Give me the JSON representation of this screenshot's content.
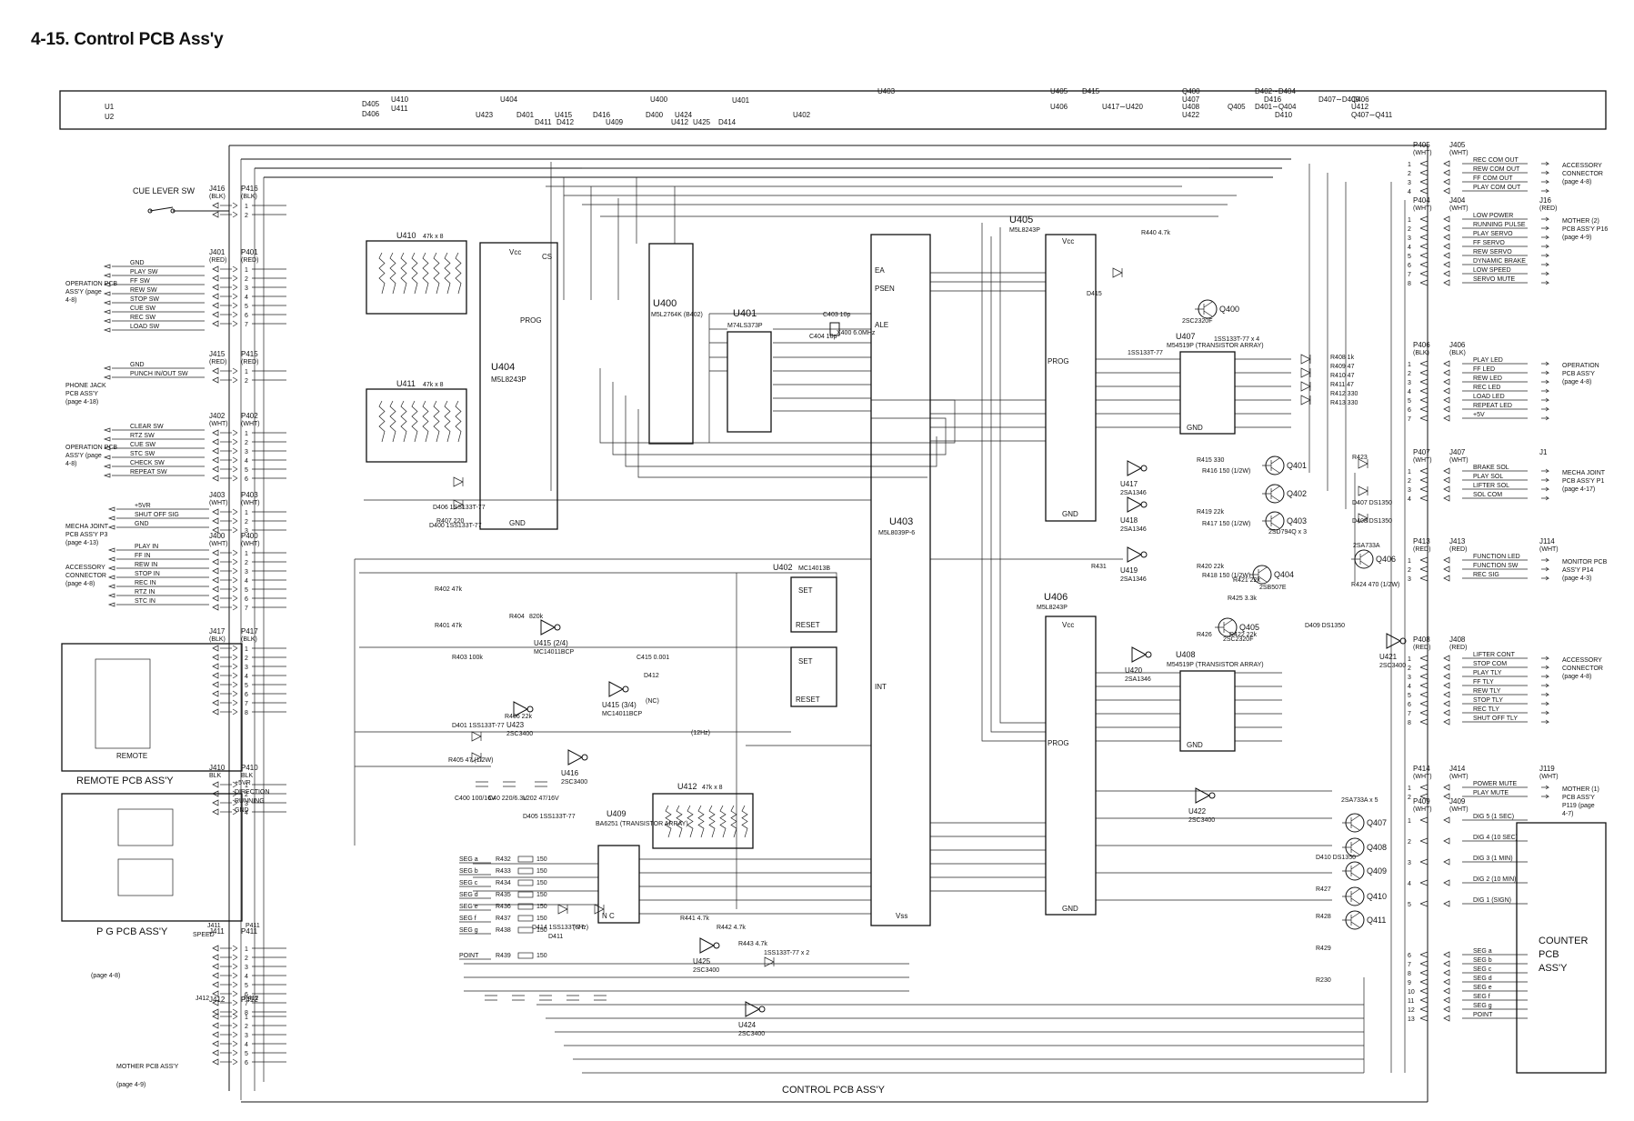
{
  "title": "4-15. Control PCB Ass'y",
  "index_strip": [
    {
      "text": "U1"
    },
    {
      "text": "U2"
    },
    {
      "text": "D405"
    },
    {
      "text": "D406"
    },
    {
      "text": "U410"
    },
    {
      "text": "U411"
    },
    {
      "text": "U404"
    },
    {
      "text": "U423"
    },
    {
      "text": "D401"
    },
    {
      "text": "D411"
    },
    {
      "text": "U415"
    },
    {
      "text": "D412"
    },
    {
      "text": "D416"
    },
    {
      "text": "U409"
    },
    {
      "text": "U400"
    },
    {
      "text": "D400"
    },
    {
      "text": "U424"
    },
    {
      "text": "U412"
    },
    {
      "text": "U425"
    },
    {
      "text": "U401"
    },
    {
      "text": "D414"
    },
    {
      "text": "U402"
    },
    {
      "text": "U403"
    },
    {
      "text": "U405"
    },
    {
      "text": "U406"
    },
    {
      "text": "D415"
    },
    {
      "text": "U417∼U420"
    },
    {
      "text": "Q400"
    },
    {
      "text": "U407"
    },
    {
      "text": "U408"
    },
    {
      "text": "U422"
    },
    {
      "text": "Q405"
    },
    {
      "text": "D402∼D404"
    },
    {
      "text": "D416"
    },
    {
      "text": "D401∼Q404"
    },
    {
      "text": "D410"
    },
    {
      "text": "D407∼D409"
    },
    {
      "text": "Q406"
    },
    {
      "text": "U412"
    },
    {
      "text": "Q407∼Q411"
    }
  ],
  "chips": [
    {
      "ref": "U404",
      "part": "M5L8243P"
    },
    {
      "ref": "U400",
      "part": "M5L2764K (B402)"
    },
    {
      "ref": "U401",
      "part": "M74LS373P"
    },
    {
      "ref": "U403",
      "part": "M5L8039P-6"
    },
    {
      "ref": "U405",
      "part": "M5L8243P"
    },
    {
      "ref": "U406",
      "part": "M5L8243P"
    },
    {
      "ref": "U407",
      "part": "M54519P (TRANSISTOR ARRAY)"
    },
    {
      "ref": "U408",
      "part": "M54519P (TRANSISTOR ARRAY)"
    },
    {
      "ref": "U409",
      "part": "BA6251 (TRANSISTOR ARRAY)"
    },
    {
      "ref": "U402",
      "part": "MC14013B"
    },
    {
      "ref": "U410",
      "part": "47k x 8"
    },
    {
      "ref": "U411",
      "part": "47k x 8"
    },
    {
      "ref": "U412",
      "part": "47k x 8"
    }
  ],
  "chip_pins": {
    "vcc": "Vcc",
    "gnd": "GND",
    "prog": "PROG",
    "set": "SET",
    "reset": "RESET",
    "cs": "CS",
    "vss": "Vss",
    "alu": "ALE",
    "psen": "PSEN",
    "ea": "EA",
    "int": "INT",
    "nc": "N C"
  },
  "left_connectors": [
    {
      "ref": "J416",
      "color": "(BLK)",
      "pcb": "P416",
      "pcb_color": "(BLK)"
    },
    {
      "ref": "J401",
      "color": "(RED)",
      "pcb": "P401",
      "pcb_color": "(RED)"
    },
    {
      "ref": "J415",
      "color": "(RED)",
      "pcb": "P415",
      "pcb_color": "(RED)"
    },
    {
      "ref": "J402",
      "color": "(WHT)",
      "pcb": "P402",
      "pcb_color": "(WHT)"
    },
    {
      "ref": "J403",
      "color": "(WHT)",
      "pcb": "P403",
      "pcb_color": "(WHT)"
    },
    {
      "ref": "J400",
      "color": "(WHT)",
      "pcb": "P400",
      "pcb_color": "(WHT)"
    },
    {
      "ref": "J417",
      "color": "(BLK)",
      "pcb": "P417",
      "pcb_color": "(BLK)"
    },
    {
      "ref": "J410",
      "color": "BLK",
      "pcb": "P410",
      "pcb_color": "BLK"
    },
    {
      "ref": "J411",
      "color": "",
      "pcb": "P411",
      "pcb_color": ""
    },
    {
      "ref": "J412",
      "color": "",
      "pcb": "P412",
      "pcb_color": ""
    }
  ],
  "cue_lever": "CUE LEVER SW",
  "left_signal_groups": [
    {
      "signals": [
        "GND",
        "PLAY SW",
        "FF SW",
        "REW SW",
        "STOP SW",
        "CUE SW",
        "REC SW",
        "LOAD SW"
      ],
      "dest": "OPERATION PCB ASS'Y (page 4-8)"
    },
    {
      "signals": [
        "GND",
        "PUNCH IN/OUT SW"
      ],
      "dest": "PHONE JACK PCB ASS'Y (page 4-18)"
    },
    {
      "signals": [
        "CLEAR SW",
        "RTZ SW",
        "CUE SW",
        "STC SW",
        "CHECK SW",
        "REPEAT SW"
      ],
      "dest": "OPERATION PCB ASS'Y (page 4-8)"
    },
    {
      "signals": [
        "+5VR",
        "SHUT OFF SIG",
        "GND"
      ],
      "dest": "MECHA JOINT PCB ASS'Y P3 (page 4-13)"
    },
    {
      "signals": [
        "PLAY IN",
        "FF IN",
        "REW IN",
        "STOP IN",
        "REC IN",
        "RTZ IN",
        "STC IN"
      ],
      "dest": "ACCESSORY CONNECTOR (page 4-8)"
    },
    {
      "signals": [
        "+5VR",
        "DIRECTION",
        "RUNNING",
        "GND"
      ],
      "dest": "P G PCB ASS'Y"
    }
  ],
  "remote_label": "REMOTE",
  "remote_pcb": "REMOTE PCB ASS'Y",
  "pg_pcb": "P G PCB ASS'Y",
  "right_groups": [
    {
      "pcb": "P405",
      "pcb_color": "(WHT)",
      "jack": "J405",
      "jack_color": "(WHT)",
      "signals": [
        "REC COM OUT",
        "REW COM OUT",
        "FF COM OUT",
        "PLAY COM OUT"
      ],
      "dest": "ACCESSORY CONNECTOR (page 4-8)"
    },
    {
      "pcb": "P404",
      "pcb_color": "(WHT)",
      "jack": "J404",
      "jack_color": "(WHT)",
      "far": "J16",
      "far_color": "(RED)",
      "signals": [
        "LOW POWER",
        "RUNNING PULSE",
        "PLAY SERVO",
        "FF SERVO",
        "REW SERVO",
        "DYNAMIC BRAKE",
        "LOW SPEED",
        "SERVO MUTE"
      ],
      "dest": "MOTHER (2) PCB ASS'Y P16 (page 4-9)"
    },
    {
      "pcb": "P406",
      "pcb_color": "(BLK)",
      "jack": "J406",
      "jack_color": "(BLK)",
      "signals": [
        "PLAY LED",
        "FF LED",
        "REW LED",
        "REC LED",
        "LOAD LED",
        "REPEAT LED",
        "+5V"
      ],
      "dest": "OPERATION PCB ASS'Y (page 4-8)"
    },
    {
      "pcb": "P407",
      "pcb_color": "(WHT)",
      "jack": "J407",
      "jack_color": "(WHT)",
      "far": "J1",
      "far_color": "",
      "signals": [
        "BRAKE SOL",
        "PLAY SOL",
        "LIFTER SOL",
        "SOL COM"
      ],
      "dest": "MECHA JOINT PCB ASS'Y P1 (page 4-17)"
    },
    {
      "pcb": "P413",
      "pcb_color": "(RED)",
      "jack": "J413",
      "jack_color": "(RED)",
      "far": "J114",
      "far_color": "(WHT)",
      "signals": [
        "FUNCTION LED",
        "FUNCTION SW",
        "REC SIG"
      ],
      "dest": "MONITOR PCB ASS'Y P14 (page 4-3)"
    },
    {
      "pcb": "P408",
      "pcb_color": "(RED)",
      "jack": "J408",
      "jack_color": "(RED)",
      "signals": [
        "LIFTER CONT",
        "STOP COM",
        "PLAY TLY",
        "FF TLY",
        "REW TLY",
        "STOP TLY",
        "REC TLY",
        "SHUT OFF TLY"
      ],
      "dest": "ACCESSORY CONNECTOR (page 4-8)"
    },
    {
      "pcb": "P414",
      "pcb_color": "(WHT)",
      "jack": "J414",
      "jack_color": "(WHT)",
      "far": "J119",
      "far_color": "(WHT)",
      "signals": [
        "POWER MUTE",
        "PLAY MUTE"
      ],
      "dest": "MOTHER (1) PCB ASS'Y P119 (page 4-7)"
    },
    {
      "pcb": "P409",
      "pcb_color": "(WHT)",
      "jack": "J409",
      "jack_color": "(WHT)",
      "signals": [
        "DIG 5 (1 SEC)",
        "DIG 4 (10 SEC)",
        "DIG 3 (1 MIN)",
        "DIG 2 (10 MIN)",
        "DIG 1 (SIGN)",
        "SEG a",
        "SEG b",
        "SEG c",
        "SEG d",
        "SEG e",
        "SEG f",
        "SEG g",
        "POINT"
      ],
      "dest": ""
    }
  ],
  "counter_pcb": "COUNTER PCB ASS'Y",
  "transistors": [
    "Q400",
    "Q401",
    "Q402",
    "Q403",
    "Q404",
    "Q405",
    "Q406",
    "Q407",
    "Q408",
    "Q409",
    "Q410",
    "Q411"
  ],
  "transistor_parts": [
    "2SC2320F",
    "2SD794Q x 3",
    "2SB507E",
    "2SC2320F",
    "2SA733A",
    "2SA733A x 5"
  ],
  "gates": [
    {
      "ref": "U415 (2/4)",
      "part": "MC14011BCP"
    },
    {
      "ref": "U415 (3/4)",
      "part": "MC14011BCP"
    },
    {
      "ref": "U416",
      "part": "2SC3400"
    },
    {
      "ref": "U417",
      "part": "2SA1346"
    },
    {
      "ref": "U418",
      "part": "2SA1346"
    },
    {
      "ref": "U419",
      "part": "2SA1346"
    },
    {
      "ref": "U420",
      "part": "2SA1346"
    },
    {
      "ref": "U421",
      "part": "2SC3400"
    },
    {
      "ref": "U422",
      "part": "2SC3400"
    },
    {
      "ref": "U423",
      "part": "2SC3400"
    },
    {
      "ref": "U424",
      "part": "2SC3400"
    },
    {
      "ref": "U425",
      "part": "2SC3400"
    }
  ],
  "parts_misc": [
    "C403 10p",
    "C404 10p",
    "X400 6.0MHz",
    "R440 4.7k",
    "R407 220",
    "R402 47k",
    "R401 47k",
    "R403 100k",
    "R404",
    "820k",
    "C415 0.001",
    "R406 22k",
    "R405 47 (1/2W)",
    "C400 100/16V",
    "C40 220/6.3V",
    "L202 47/16V",
    "D405 1SS133T-77",
    "D406 1SS133T-77",
    "D400 1SS133T-77",
    "D401 1SS133T-77",
    "D415",
    "1SS133T-77",
    "1SS133T-77 x 4",
    "R408 1k",
    "R409 47",
    "R410 47",
    "R411 47",
    "R412 330",
    "R413 330",
    "R415 330",
    "R416 150 (1/2W)",
    "R419 22k",
    "R417 150 (1/2W)",
    "R420 22k",
    "R418 150 (1/2W)",
    "R421 22k",
    "R425 3.3k",
    "R424 470 (1/2W)",
    "R426",
    "R422 22k",
    "R423",
    "D407 DS1350",
    "D408 DS1350",
    "D409 DS1350",
    "D410 DS1350",
    "R427",
    "R428",
    "R429",
    "R230",
    "R431",
    "R441 4.7k",
    "R442 4.7k",
    "R443 4.7k",
    "D414 1SS133T-77",
    "D411",
    "D412",
    "(NC)",
    "(12Hz)",
    "(6Hz)",
    "1SS133T-77 x 2"
  ],
  "seg_inputs": [
    "SEG a",
    "SEG b",
    "SEG c",
    "SEG d",
    "SEG e",
    "SEG f",
    "SEG g",
    "POINT"
  ],
  "seg_resistors": [
    "R432",
    "R433",
    "R434",
    "R435",
    "R436",
    "R437",
    "R438",
    "R439"
  ],
  "seg_res_value": "150",
  "left_bottom_labels": [
    "J411",
    "P411",
    "SPEED",
    "MOTHER PCB ASS'Y",
    "(page 4-9)",
    "(page 4-8)",
    "J412",
    "P412"
  ],
  "bottom_caption": "CONTROL PCB ASS'Y"
}
